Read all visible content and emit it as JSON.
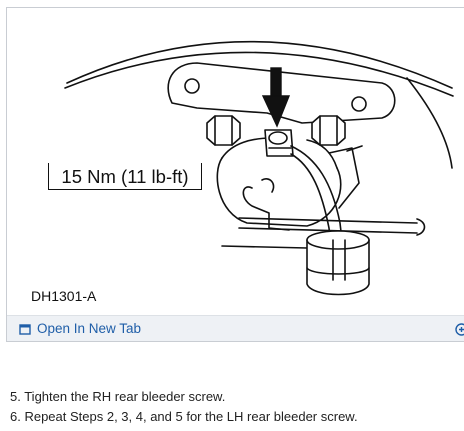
{
  "figure": {
    "torque_label": "15 Nm (11 lb-ft)",
    "reference_id": "DH1301-A",
    "open_link_label": "Open In New Tab"
  },
  "steps": [
    "5. Tighten the RH rear bleeder screw.",
    "6. Repeat Steps 2, 3, 4, and 5 for the LH rear bleeder screw."
  ],
  "colors": {
    "link": "#1f5ea8",
    "tab_bar": "#eef1f5",
    "border": "#c9cdd3"
  },
  "icons": {
    "open_link": "new-tab-icon",
    "corner": "expand-icon"
  }
}
